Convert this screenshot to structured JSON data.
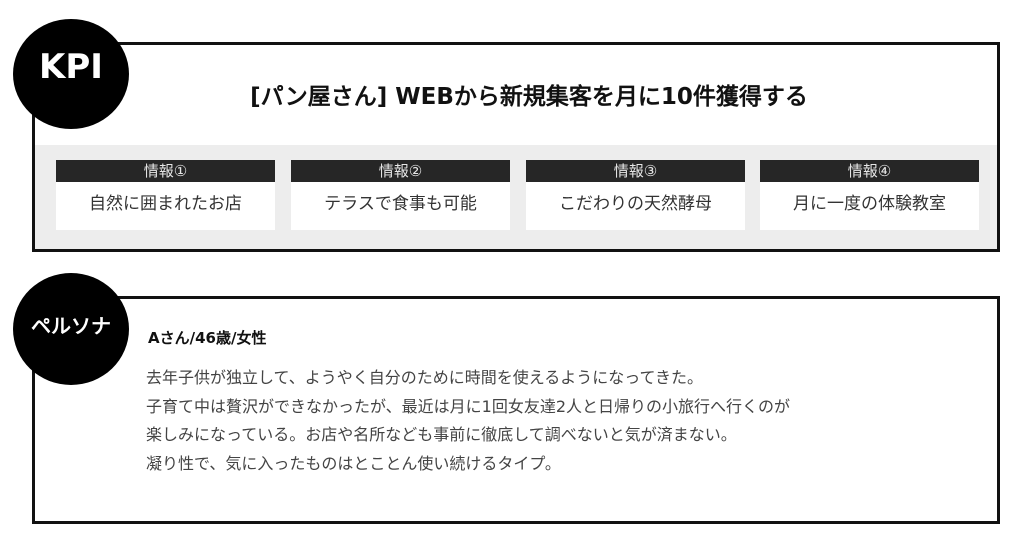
{
  "kpi": {
    "badge": "KPI",
    "title": "[パン屋さん] WEBから新規集客を月に10件獲得する",
    "cards": [
      {
        "header": "情報①",
        "body": "自然に囲まれたお店"
      },
      {
        "header": "情報②",
        "body": "テラスで食事も可能"
      },
      {
        "header": "情報③",
        "body": "こだわりの天然酵母"
      },
      {
        "header": "情報④",
        "body": "月に一度の体験教室"
      }
    ]
  },
  "persona": {
    "badge": "ペルソナ",
    "name": "Aさん/46歳/女性",
    "description": [
      "去年子供が独立して、ようやく自分のために時間を使えるようになってきた。",
      "子育て中は贅沢ができなかったが、最近は月に1回女友達2人と日帰りの小旅行へ行くのが",
      "楽しみになっている。お店や名所なども事前に徹底して調べないと気が済まない。",
      "凝り性で、気に入ったものはとことん使い続けるタイプ。"
    ]
  },
  "colors": {
    "badge_bg": "#000000",
    "border": "#111111",
    "band_bg": "#ededed",
    "card_header_bg": "#262626"
  }
}
